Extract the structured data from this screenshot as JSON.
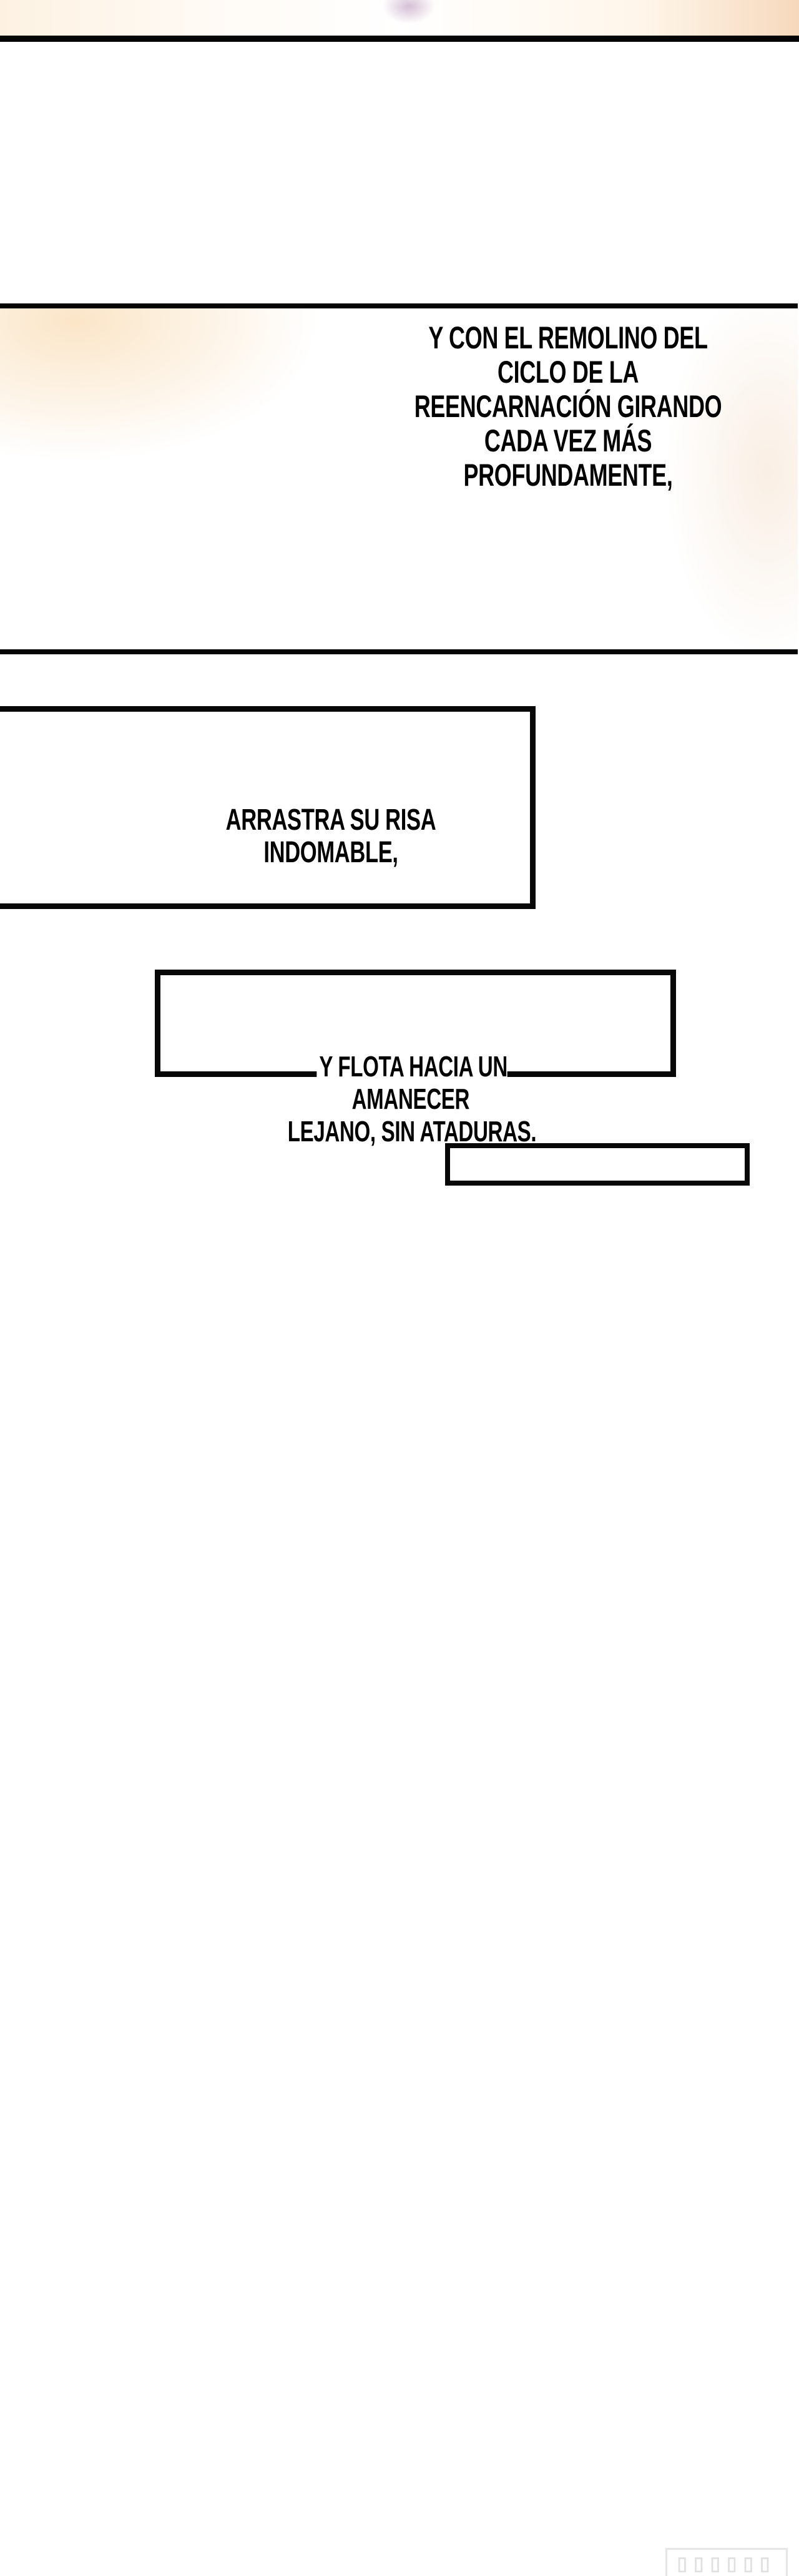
{
  "page": {
    "type": "comic-strip",
    "background_color": "#ffffff",
    "border_color": "#050505"
  },
  "panels": [
    {
      "id": "top-art-panel",
      "caption": null
    },
    {
      "id": "panel-reincarnation",
      "caption_lines": [
        "Y CON EL REMOLINO DEL CICLO DE LA",
        "REENCARNACIÓN GIRANDO CADA VEZ MÁS",
        "PROFUNDAMENTE,"
      ]
    }
  ],
  "caption_boxes": [
    {
      "id": "box-laughter",
      "text": "ARRASTRA SU RISA INDOMABLE,"
    },
    {
      "id": "box-dawn",
      "lines": [
        "Y FLOTA HACIA UN AMANECER",
        "LEJANO, SIN ATADURAS."
      ]
    },
    {
      "id": "box-empty",
      "text": ""
    }
  ],
  "watermark": {
    "text": "▯▯▯▯▯▯",
    "color": "#e0e0e0"
  }
}
